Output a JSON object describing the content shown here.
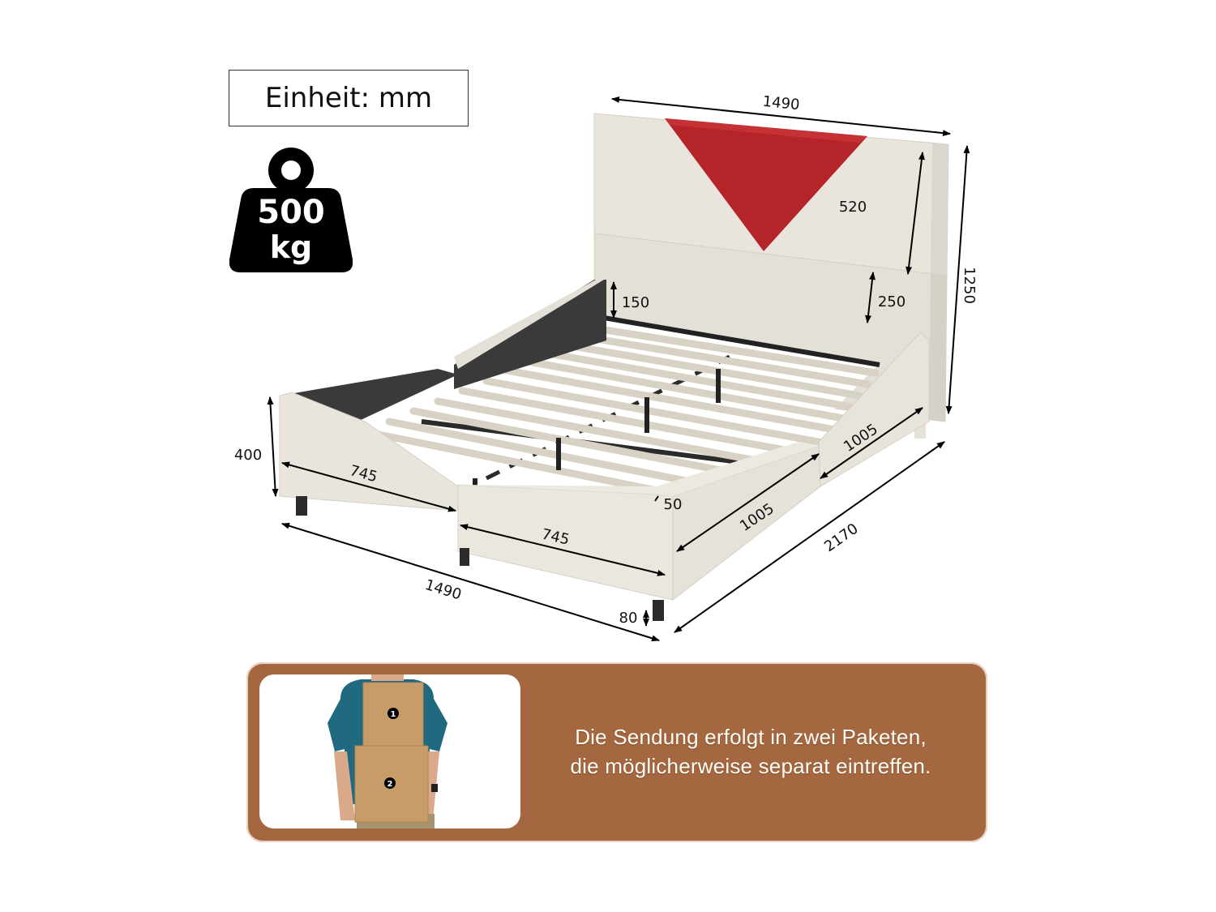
{
  "unit_label": "Einheit: mm",
  "load_capacity": {
    "value": "500",
    "unit": "kg",
    "icon": "weight-icon"
  },
  "dimensions": {
    "headboard_width": "1490",
    "headboard_panel_height": "520",
    "headboard_lower_panel": "250",
    "total_height": "1250",
    "side_rail_height": "150",
    "frame_height": "400",
    "footboard_half_left": "745",
    "footboard_half_right": "745",
    "footboard_width": "1490",
    "side_rail_front": "1005",
    "side_rail_back": "1005",
    "total_length": "2170",
    "rail_thickness": "50",
    "leg_height": "80"
  },
  "colors": {
    "upholstery": "#e9e5dd",
    "accent_red": "#b52428",
    "banner_brown": "#a4673f",
    "frame_dark": "#2b2b2b"
  },
  "shipping": {
    "line1": "Die Sendung erfolgt in zwei Paketen,",
    "line2": "die möglicherweise separat eintreffen.",
    "package_labels": [
      "1",
      "2"
    ]
  }
}
